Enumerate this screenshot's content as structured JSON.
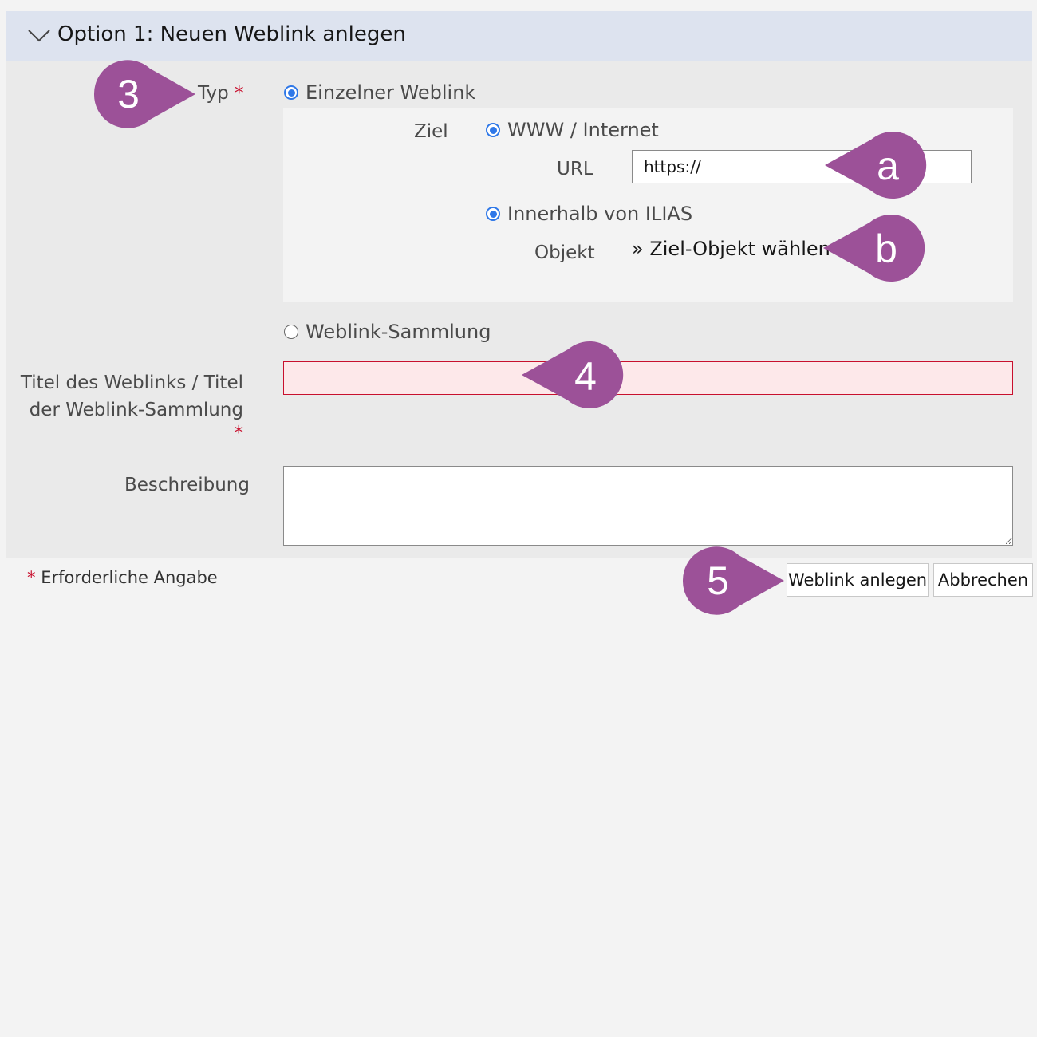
{
  "header": {
    "title": "Option 1: Neuen Weblink anlegen"
  },
  "required_marker": "*",
  "typ": {
    "label": "Typ",
    "option_single": "Einzelner Weblink",
    "option_collection": "Weblink-Sammlung"
  },
  "ziel": {
    "label": "Ziel",
    "option_www": "WWW / Internet",
    "url_label": "URL",
    "url_value": "https://",
    "option_ilias": "Innerhalb von ILIAS",
    "objekt_label": "Objekt",
    "objekt_link": "» Ziel-Objekt wählen"
  },
  "title_field": {
    "label_line1": "Titel des Weblinks / Titel",
    "label_line2": "der Weblink-Sammlung"
  },
  "description": {
    "label": "Beschreibung"
  },
  "footer": {
    "required_note": "Erforderliche Angabe",
    "submit_label": "Weblink anlegen",
    "cancel_label": "Abbrechen"
  },
  "annotations": {
    "marker_3": "3",
    "marker_a": "a",
    "marker_b": "b",
    "marker_4": "4",
    "marker_5": "5",
    "color": "#9c5198"
  }
}
